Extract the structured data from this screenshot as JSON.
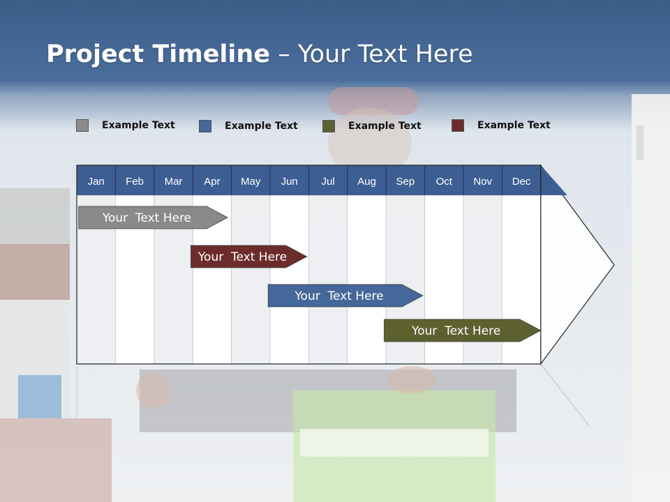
{
  "slide": {
    "title_bold": "Project Timeline",
    "title_rest": " – Your Text Here",
    "colors": {
      "header_band": "#466a98",
      "month_header": "#3d5e92",
      "gray": "#8a8a8a",
      "blue": "#44689a",
      "olive": "#5d6130",
      "maroon": "#6e2b2b"
    }
  },
  "legend": [
    {
      "label": "Example Text",
      "color": "#8c8c8c"
    },
    {
      "label": "Example Text",
      "color": "#44689a"
    },
    {
      "label": "Example Text",
      "color": "#5d6130"
    },
    {
      "label": "Example Text",
      "color": "#6e2b2b"
    }
  ],
  "timeline": {
    "months": [
      "Jan",
      "Feb",
      "Mar",
      "Apr",
      "May",
      "Jun",
      "Jul",
      "Aug",
      "Sep",
      "Oct",
      "Nov",
      "Dec"
    ],
    "bars": [
      {
        "label": "Your  Text Here",
        "color": "#8a8a8a",
        "start_month": 0.05,
        "end_month": 3.9
      },
      {
        "label": "Your  Text Here",
        "color": "#6e2b2b",
        "start_month": 2.95,
        "end_month": 5.95
      },
      {
        "label": "Your  Text Here",
        "color": "#44689a",
        "start_month": 4.95,
        "end_month": 8.95
      },
      {
        "label": "Your  Text Here",
        "color": "#5d6130",
        "start_month": 7.95,
        "end_month": 12.0
      }
    ]
  }
}
